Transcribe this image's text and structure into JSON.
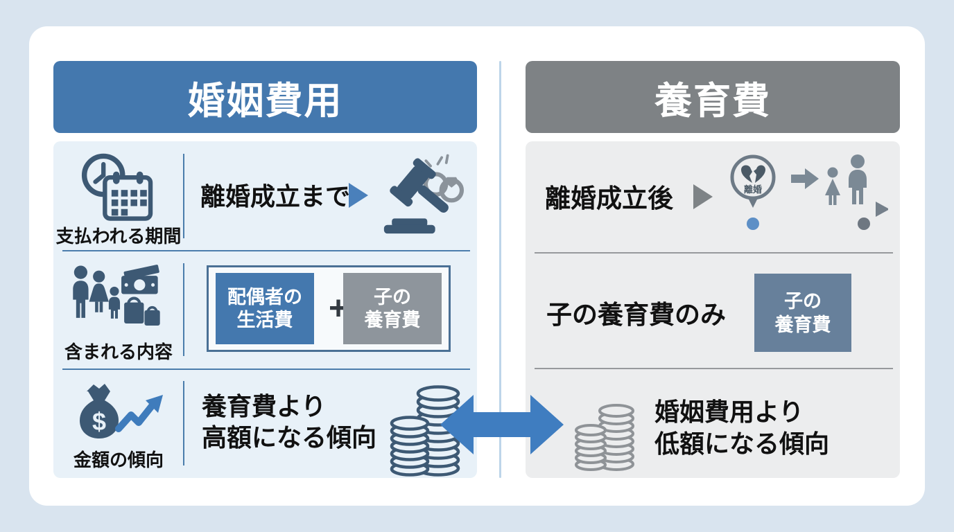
{
  "left": {
    "title": "婚姻費用",
    "header_color": "#4478ae",
    "body_color": "#e8f1f8",
    "row1": {
      "label": "支払われる期間",
      "text": "離婚成立まで"
    },
    "row2": {
      "label": "含まれる内容",
      "box1_line1": "配偶者の",
      "box1_line2": "生活費",
      "plus": "+",
      "box2_line1": "子の",
      "box2_line2": "養育費"
    },
    "row3": {
      "label": "金額の傾向",
      "line1": "養育費より",
      "line2": "高額になる傾向"
    }
  },
  "right": {
    "title": "養育費",
    "header_color": "#7e8285",
    "body_color": "#ecedee",
    "row1": {
      "text": "離婚成立後",
      "pin_label": "離婚"
    },
    "row2": {
      "text": "子の養育費のみ",
      "box_line1": "子の",
      "box_line2": "養育費"
    },
    "row3": {
      "line1": "婚姻費用より",
      "line2": "低額になる傾向"
    }
  },
  "icons": {
    "dollar_symbol": "$",
    "left_row1": "clock-calendar-icon, gavel-rings-icon",
    "left_row2": "family-expenses-icon",
    "left_row3": "money-bag-trend-icon, coins-tall-icon",
    "right_row1": "divorce-timeline-icon",
    "right_row3": "coins-small-icon",
    "center": "double-arrow-icon"
  },
  "colors": {
    "page_bg": "#d9e4ef",
    "card_bg": "#ffffff",
    "accent_blue": "#3f7dc0",
    "icon_dark_blue": "#3d5974",
    "icon_gray": "#8b939b",
    "divider_blue": "#4b7dac",
    "divider_gray": "#97999c",
    "mid_divider": "#bdd5e9",
    "box_bluegray": "#67809b"
  }
}
